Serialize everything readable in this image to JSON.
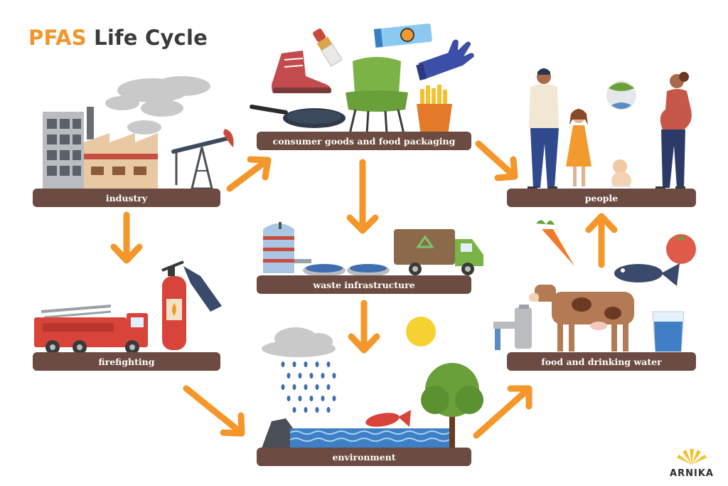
{
  "title": {
    "accent": "PFAS",
    "rest": "Life Cycle"
  },
  "nodes": {
    "industry": "industry",
    "consumer": "consumer goods and food packaging",
    "people": "people",
    "waste": "waste infrastructure",
    "firefighting": "firefighting",
    "food": "food and drinking water",
    "environment": "environment"
  },
  "logo": "ARNIKA",
  "colors": {
    "accent": "#f0962b",
    "label_bg": "#6b4b42",
    "arrow": "#f5962a"
  }
}
